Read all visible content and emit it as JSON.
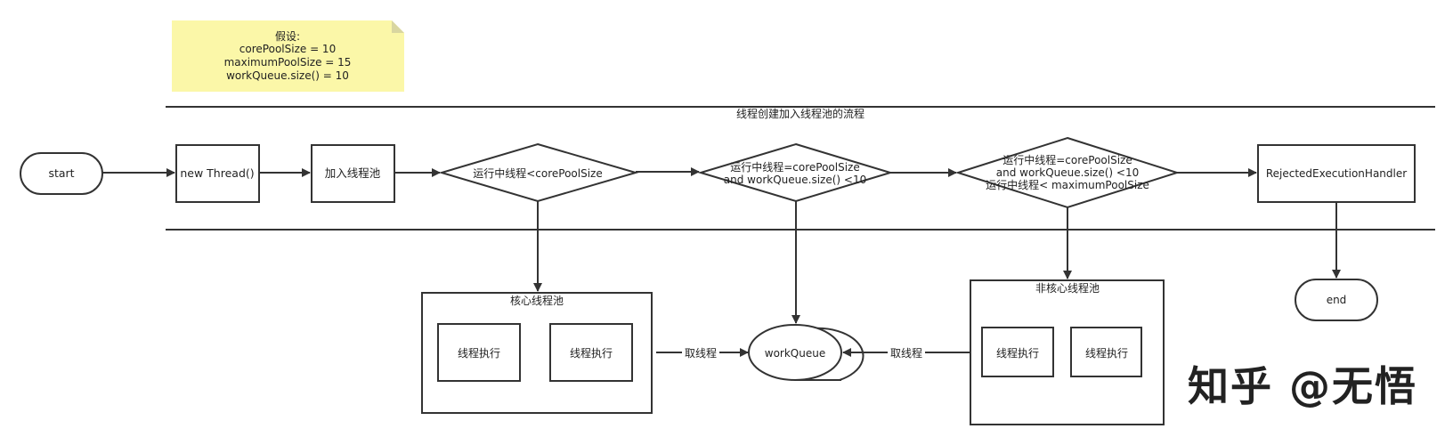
{
  "note": {
    "lines": [
      "假设:",
      "corePoolSize = 10",
      "maximumPoolSize = 15",
      "workQueue.size() = 10"
    ],
    "color": "#fbf7a8"
  },
  "lane_title": "线程创建加入线程池的流程",
  "nodes": {
    "start": "start",
    "new_thread": "new Thread()",
    "add_pool": "加入线程池",
    "decision1": [
      "运行中线程<corePoolSize"
    ],
    "decision2": [
      "运行中线程=corePoolSize",
      "and workQueue.size() <10"
    ],
    "decision3": [
      "运行中线程=corePoolSize",
      "and workQueue.size() <10",
      "运行中线程< maximumPoolSize"
    ],
    "rejected": "RejectedExecutionHandler",
    "end": "end",
    "work_queue": "workQueue"
  },
  "core_pool": {
    "title": "核心线程池",
    "workers": [
      "线程执行",
      "线程执行"
    ]
  },
  "non_core_pool": {
    "title": "非核心线程池",
    "workers": [
      "线程执行",
      "线程执行"
    ]
  },
  "edge_labels": {
    "take_left": "取线程",
    "take_right": "取线程"
  },
  "watermark": "知乎 @无悟"
}
